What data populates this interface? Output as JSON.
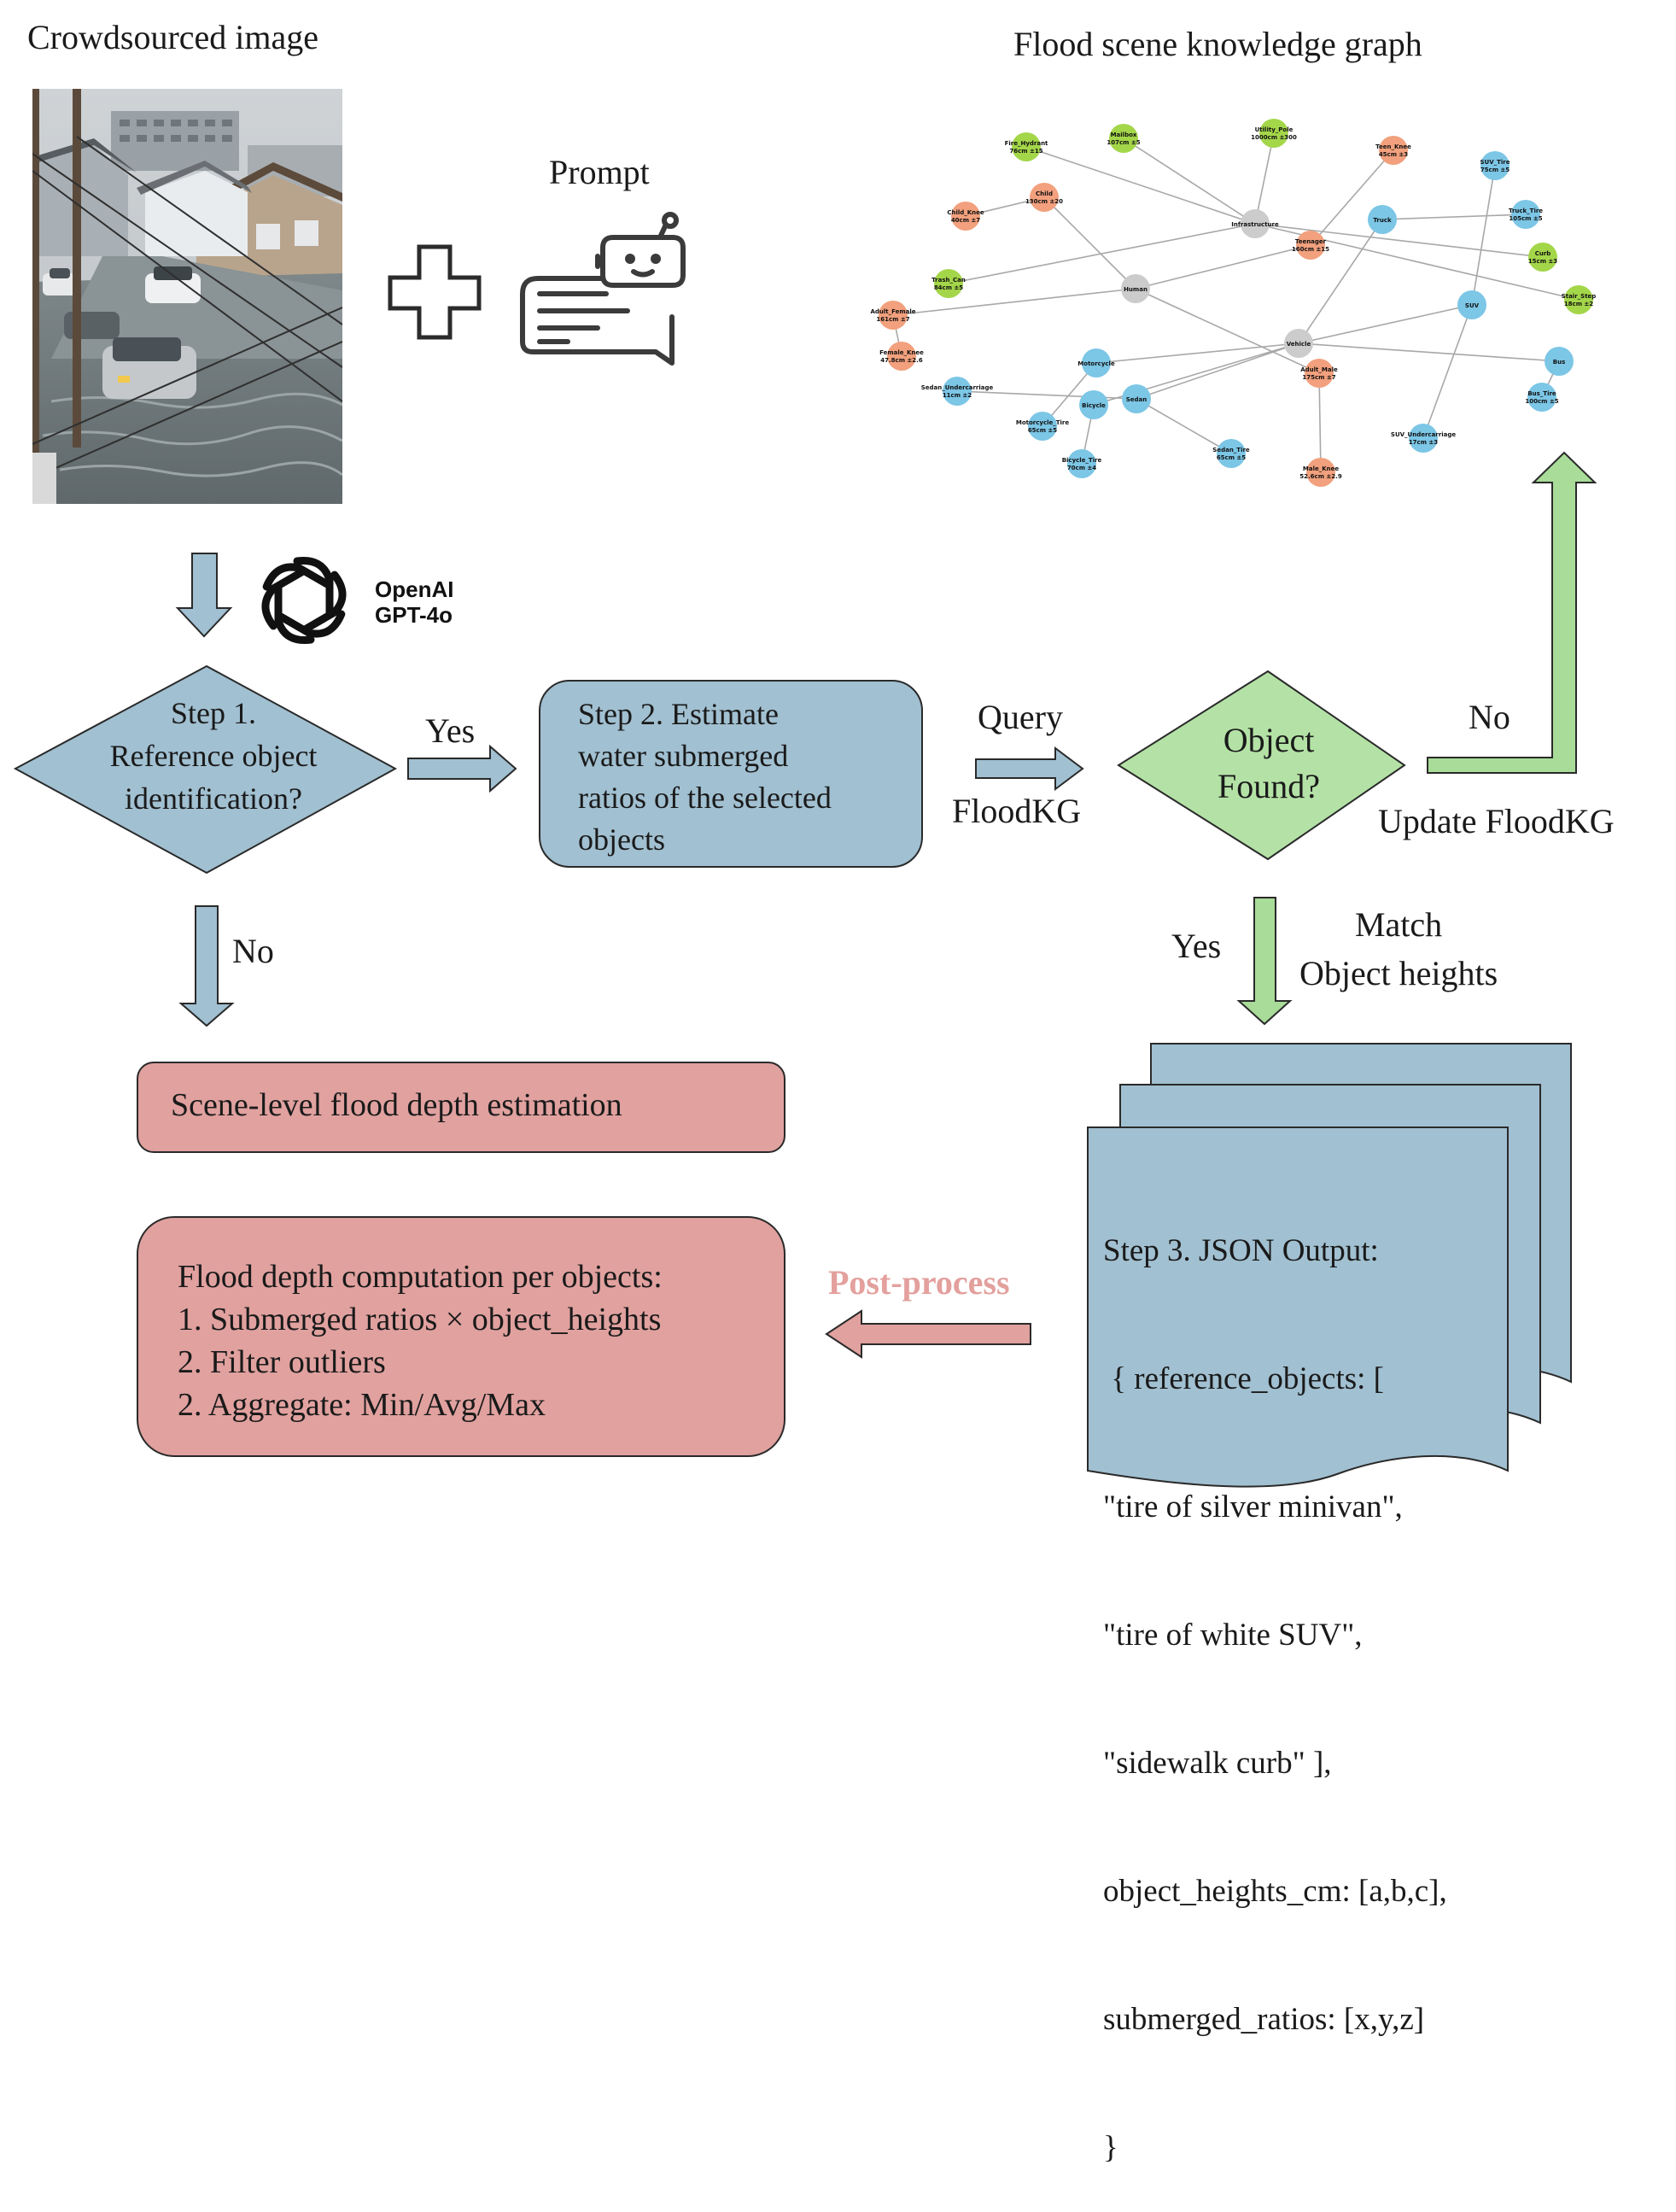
{
  "titles": {
    "crowdsourced": "Crowdsourced image",
    "knowledge_graph": "Flood scene knowledge graph",
    "prompt": "Prompt"
  },
  "openai": {
    "line1": "OpenAI",
    "line2": "GPT-4o"
  },
  "step1": {
    "line1": "Step 1.",
    "line2": "Reference object",
    "line3": "identification?"
  },
  "step2": {
    "line1": "Step 2. Estimate",
    "line2": "water submerged",
    "line3": "ratios of the selected",
    "line4": "objects"
  },
  "decision": {
    "line1": "Object",
    "line2": "Found?"
  },
  "edge_labels": {
    "yes1": "Yes",
    "no1": "No",
    "query": "Query",
    "floodkg": "FloodKG",
    "no2": "No",
    "update": "Update FloodKG",
    "yes2": "Yes",
    "match1": "Match",
    "match2": "Object heights",
    "post": "Post-process"
  },
  "scene_box": {
    "text": "Scene-level flood depth estimation"
  },
  "compute_box": {
    "line1": "Flood depth computation per objects:",
    "line2": "1. Submerged ratios × object_heights",
    "line3": "2. Filter outliers",
    "line4": "2. Aggregate: Min/Avg/Max"
  },
  "json_output": {
    "line1": "Step 3. JSON Output:",
    "line2": " { reference_objects: [",
    "line3": "\"tire of silver minivan\",",
    "line4": "\"tire of white SUV\",",
    "line5": "\"sidewalk curb\" ],",
    "line6": "object_heights_cm: [a,b,c],",
    "line7": "submerged_ratios: [x,y,z]",
    "line8": "}"
  },
  "colors": {
    "blue_box": "#a1c0d1",
    "red_box": "#e0a19f",
    "green_decision": "#b4e2a6",
    "green_arrow": "#a8dc98",
    "blue_arrow": "#a1c0d1",
    "red_arrow": "#e0a19f",
    "post_text": "#e3a09d",
    "node_green": "#a4d64a",
    "node_orange": "#f2a07d",
    "node_blue": "#7cc6e6",
    "node_gray": "#cccccc"
  },
  "graph": {
    "nodes": [
      {
        "id": "infra",
        "label": "Infrastructure",
        "sub": "",
        "group": "gray"
      },
      {
        "id": "human",
        "label": "Human",
        "sub": "",
        "group": "gray"
      },
      {
        "id": "vehicle",
        "label": "Vehicle",
        "sub": "",
        "group": "gray"
      },
      {
        "id": "hydrant",
        "label": "Fire_Hydrant",
        "sub": "76cm ±15",
        "group": "green"
      },
      {
        "id": "mailbox",
        "label": "Mailbox",
        "sub": "107cm ±5",
        "group": "green"
      },
      {
        "id": "pole",
        "label": "Utility_Pole",
        "sub": "1000cm ±300",
        "group": "green"
      },
      {
        "id": "trash",
        "label": "Trash_Can",
        "sub": "84cm ±5",
        "group": "green"
      },
      {
        "id": "curb",
        "label": "Curb",
        "sub": "15cm ±3",
        "group": "green"
      },
      {
        "id": "stair",
        "label": "Stair_Step",
        "sub": "18cm ±2",
        "group": "green"
      },
      {
        "id": "teenknee",
        "label": "Teen_Knee",
        "sub": "45cm ±3",
        "group": "orange"
      },
      {
        "id": "child",
        "label": "Child",
        "sub": "130cm ±20",
        "group": "orange"
      },
      {
        "id": "childknee",
        "label": "Child_Knee",
        "sub": "40cm ±7",
        "group": "orange"
      },
      {
        "id": "teenager",
        "label": "Teenager",
        "sub": "160cm ±15",
        "group": "orange"
      },
      {
        "id": "adultf",
        "label": "Adult_Female",
        "sub": "161cm ±7",
        "group": "orange"
      },
      {
        "id": "femknee",
        "label": "Female_Knee",
        "sub": "47.8cm ±2.6",
        "group": "orange"
      },
      {
        "id": "adultm",
        "label": "Adult_Male",
        "sub": "175cm ±7",
        "group": "orange"
      },
      {
        "id": "maleknee",
        "label": "Male_Knee",
        "sub": "52.6cm ±2.9",
        "group": "orange"
      },
      {
        "id": "suvtire",
        "label": "SUV_Tire",
        "sub": "75cm ±5",
        "group": "blue"
      },
      {
        "id": "truck",
        "label": "Truck",
        "sub": "",
        "group": "blue"
      },
      {
        "id": "trucktire",
        "label": "Truck_Tire",
        "sub": "105cm ±5",
        "group": "blue"
      },
      {
        "id": "suv",
        "label": "SUV",
        "sub": "",
        "group": "blue"
      },
      {
        "id": "bus",
        "label": "Bus",
        "sub": "",
        "group": "blue"
      },
      {
        "id": "bustire",
        "label": "Bus_Tire",
        "sub": "100cm ±5",
        "group": "blue"
      },
      {
        "id": "suvunder",
        "label": "SUV_Undercarriage",
        "sub": "17cm ±3",
        "group": "blue"
      },
      {
        "id": "motorcycle",
        "label": "Motorcycle",
        "sub": "",
        "group": "blue"
      },
      {
        "id": "sedanunder",
        "label": "Sedan_Undercarriage",
        "sub": "11cm ±2",
        "group": "blue"
      },
      {
        "id": "bicycle",
        "label": "Bicycle",
        "sub": "",
        "group": "blue"
      },
      {
        "id": "sedan",
        "label": "Sedan",
        "sub": "",
        "group": "blue"
      },
      {
        "id": "mototire",
        "label": "Motorcycle_Tire",
        "sub": "65cm ±5",
        "group": "blue"
      },
      {
        "id": "bicycletire",
        "label": "Bicycle_Tire",
        "sub": "70cm ±4",
        "group": "blue"
      },
      {
        "id": "sedantire",
        "label": "Sedan_Tire",
        "sub": "65cm ±5",
        "group": "blue"
      }
    ],
    "edges": [
      [
        "infra",
        "hydrant"
      ],
      [
        "infra",
        "mailbox"
      ],
      [
        "infra",
        "pole"
      ],
      [
        "infra",
        "trash"
      ],
      [
        "infra",
        "curb"
      ],
      [
        "infra",
        "stair"
      ],
      [
        "human",
        "child"
      ],
      [
        "human",
        "teenager"
      ],
      [
        "human",
        "adultf"
      ],
      [
        "human",
        "adultm"
      ],
      [
        "child",
        "childknee"
      ],
      [
        "teenager",
        "teenknee"
      ],
      [
        "adultf",
        "femknee"
      ],
      [
        "adultm",
        "maleknee"
      ],
      [
        "vehicle",
        "truck"
      ],
      [
        "vehicle",
        "suv"
      ],
      [
        "vehicle",
        "bus"
      ],
      [
        "vehicle",
        "motorcycle"
      ],
      [
        "vehicle",
        "sedan"
      ],
      [
        "vehicle",
        "bicycle"
      ],
      [
        "truck",
        "trucktire"
      ],
      [
        "suv",
        "suvtire"
      ],
      [
        "suv",
        "suvunder"
      ],
      [
        "bus",
        "bustire"
      ],
      [
        "motorcycle",
        "mototire"
      ],
      [
        "bicycle",
        "bicycletire"
      ],
      [
        "sedan",
        "sedantire"
      ],
      [
        "sedan",
        "sedanunder"
      ]
    ]
  }
}
